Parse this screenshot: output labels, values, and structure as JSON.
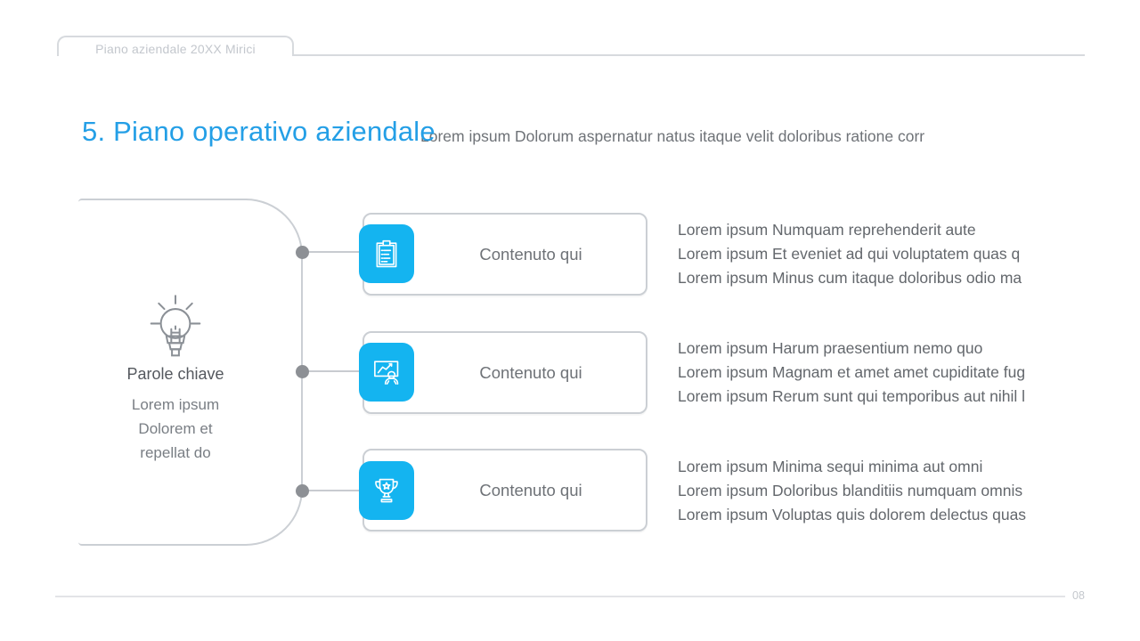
{
  "tab": {
    "title": "Piano aziendale 20XX Mirici"
  },
  "header": {
    "title": "5. Piano operativo aziendale",
    "subtitle": "Lorem ipsum Dolorum aspernatur natus itaque velit doloribus ratione corr"
  },
  "keywords_panel": {
    "icon": "lightbulb-icon",
    "title": "Parole chiave",
    "lines": [
      "Lorem ipsum",
      "Dolorem et",
      "repellat do"
    ]
  },
  "items": [
    {
      "icon": "clipboard-icon",
      "card_label": "Contenuto qui",
      "description_lines": [
        "Lorem ipsum Numquam reprehenderit aute",
        "Lorem ipsum Et eveniet ad qui voluptatem quas q",
        "Lorem ipsum Minus cum itaque doloribus odio ma"
      ]
    },
    {
      "icon": "presentation-icon",
      "card_label": "Contenuto qui",
      "description_lines": [
        "Lorem ipsum Harum praesentium nemo quo",
        "Lorem ipsum Magnam et amet amet cupiditate fug",
        "Lorem ipsum Rerum sunt qui temporibus aut nihil l"
      ]
    },
    {
      "icon": "trophy-icon",
      "card_label": "Contenuto qui",
      "description_lines": [
        "Lorem ipsum Minima sequi minima aut omni",
        "Lorem ipsum Doloribus blanditiis numquam omnis",
        "Lorem ipsum Voluptas quis dolorem delectus quas"
      ]
    }
  ],
  "footer": {
    "page_number": "08"
  },
  "colors": {
    "accent_title_blue": "#249fe6",
    "icon_tile_blue": "#14b4f0",
    "line_gray": "#d7dade",
    "text_gray": "#63676c"
  }
}
